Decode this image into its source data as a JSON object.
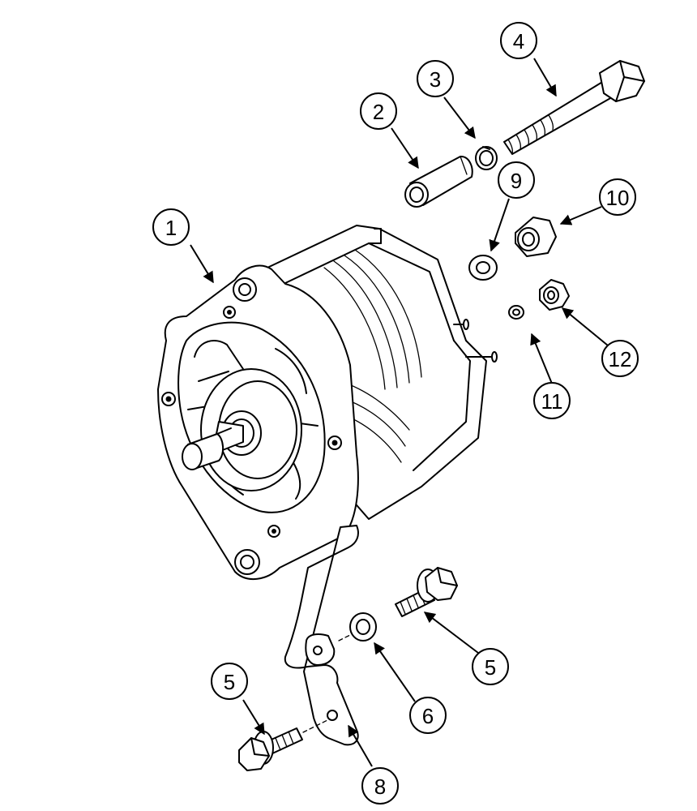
{
  "diagram": {
    "callouts": [
      {
        "id": "c1",
        "label": "1"
      },
      {
        "id": "c2",
        "label": "2"
      },
      {
        "id": "c3",
        "label": "3"
      },
      {
        "id": "c4",
        "label": "4"
      },
      {
        "id": "c5a",
        "label": "5"
      },
      {
        "id": "c5b",
        "label": "5"
      },
      {
        "id": "c6",
        "label": "6"
      },
      {
        "id": "c8",
        "label": "8"
      },
      {
        "id": "c9",
        "label": "9"
      },
      {
        "id": "c10",
        "label": "10"
      },
      {
        "id": "c11",
        "label": "11"
      },
      {
        "id": "c12",
        "label": "12"
      }
    ]
  }
}
